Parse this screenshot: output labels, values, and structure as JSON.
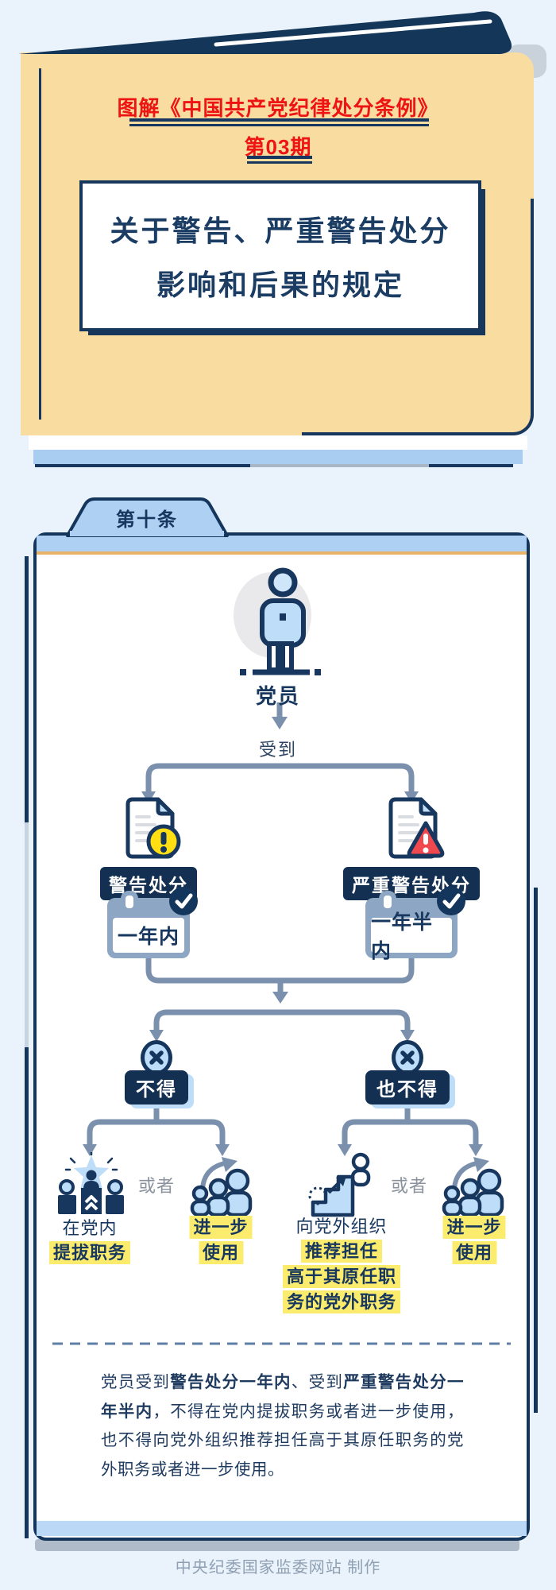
{
  "cover": {
    "series_title": "图解《中国共产党纪律处分条例》",
    "issue_label": "第03期",
    "title_line1": "关于警告、严重警告处分",
    "title_line2": "影响和后果的规定"
  },
  "article": {
    "tab_label": "第十条",
    "subject": "党员",
    "receives": "受到",
    "branches": [
      {
        "icon": "document-exclamation-icon",
        "sanction": "警告处分",
        "period": "一年内"
      },
      {
        "icon": "document-alert-triangle-icon",
        "sanction": "严重警告处分",
        "period": "一年半内"
      }
    ],
    "restrictions": [
      {
        "badge": "不得",
        "option1_icon": "promotion-star-podium-icon",
        "option1_lines": [
          {
            "text": "在党内",
            "highlight": false
          },
          {
            "text": "提拔职务",
            "highlight": true
          }
        ],
        "or_label": "或者",
        "option2_icon": "people-step-up-arrow-icon",
        "option2_lines": [
          {
            "text": "进一步",
            "highlight": true
          },
          {
            "text": "使用",
            "highlight": true
          }
        ]
      },
      {
        "badge": "也不得",
        "option1_icon": "stairs-climb-icon",
        "option1_lines": [
          {
            "text": "向党外组织",
            "highlight": false
          },
          {
            "text": "推荐担任",
            "highlight": true
          },
          {
            "text": "高于其原任职",
            "highlight": true
          },
          {
            "text": "务的党外职务",
            "highlight": true
          }
        ],
        "or_label": "或者",
        "option2_icon": "people-step-up-arrow-icon",
        "option2_lines": [
          {
            "text": "进一步",
            "highlight": true
          },
          {
            "text": "使用",
            "highlight": true
          }
        ]
      }
    ],
    "summary_segments": [
      {
        "text": "党员受到",
        "bold": false
      },
      {
        "text": "警告处分一年内",
        "bold": true
      },
      {
        "text": "、受到",
        "bold": false
      },
      {
        "text": "严重警告处分一年半内",
        "bold": true
      },
      {
        "text": "，不得在党内提拔职务或者进一步使用，也不得向党外组织推荐担任高于其原任职务的党外职务或者进一步使用。",
        "bold": false
      }
    ]
  },
  "footer": {
    "credit": "中央纪委国家监委网站 制作"
  },
  "colors": {
    "background": "#EAF2FB",
    "navy": "#17375E",
    "red_accent": "#EE1414",
    "cover_yellow": "#F9DDA0",
    "tab_blue": "#AED0F2",
    "orange_rule": "#E9B469",
    "connector_blue_gray": "#7A90AD",
    "highlight_yellow": "#FBEC6E",
    "warning_yellow": "#FFDE12",
    "alert_red": "#F0484E"
  }
}
